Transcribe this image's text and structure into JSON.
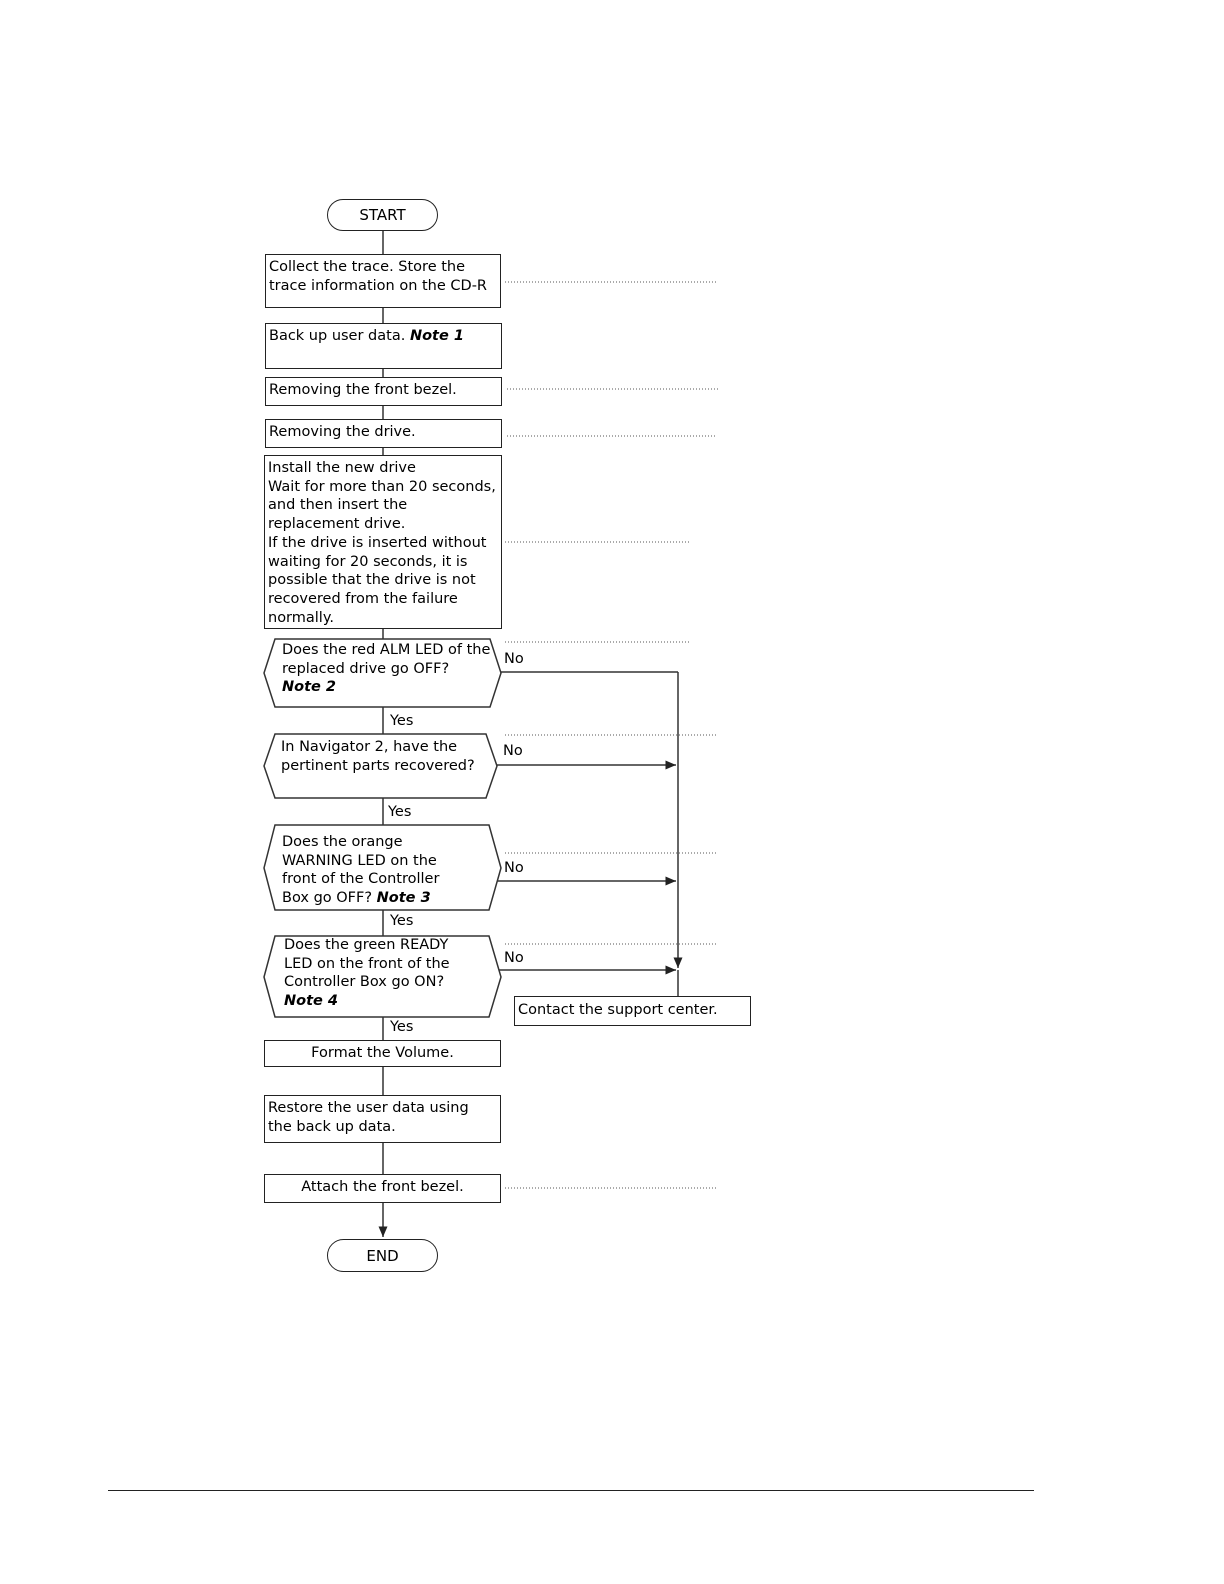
{
  "flowchart": {
    "start": "START",
    "end": "END",
    "steps": {
      "collect_trace": "Collect the trace. Store the trace information on the CD-R",
      "backup": {
        "text": "Back up user data. ",
        "note": "Note 1"
      },
      "remove_bezel": "Removing the front bezel.",
      "remove_drive": "Removing the drive.",
      "install": [
        "Install the new drive",
        "Wait for more than 20 seconds, and then insert the replacement drive.",
        "If the drive is inserted without waiting for 20 seconds, it is possible that the drive is not recovered from the failure normally."
      ],
      "format": "Format the Volume.",
      "restore": "Restore the user data using the back up data.",
      "attach_bezel": "Attach the front bezel.",
      "contact": "Contact the support center."
    },
    "decisions": {
      "alm_led": {
        "text": "Does the red ALM LED of the replaced drive go OFF?",
        "note": "Note 2"
      },
      "navigator": {
        "text": "In Navigator 2, have  the pertinent parts recovered?",
        "note": ""
      },
      "warning_led": {
        "text": "Does the orange WARNING LED  on the front of the  Controller Box go OFF? ",
        "note": "Note 3"
      },
      "ready_led": {
        "text": "Does the green READY LED on the front of the Controller Box go ON?",
        "note": "Note 4"
      }
    },
    "labels": {
      "yes": "Yes",
      "no": "No"
    }
  }
}
